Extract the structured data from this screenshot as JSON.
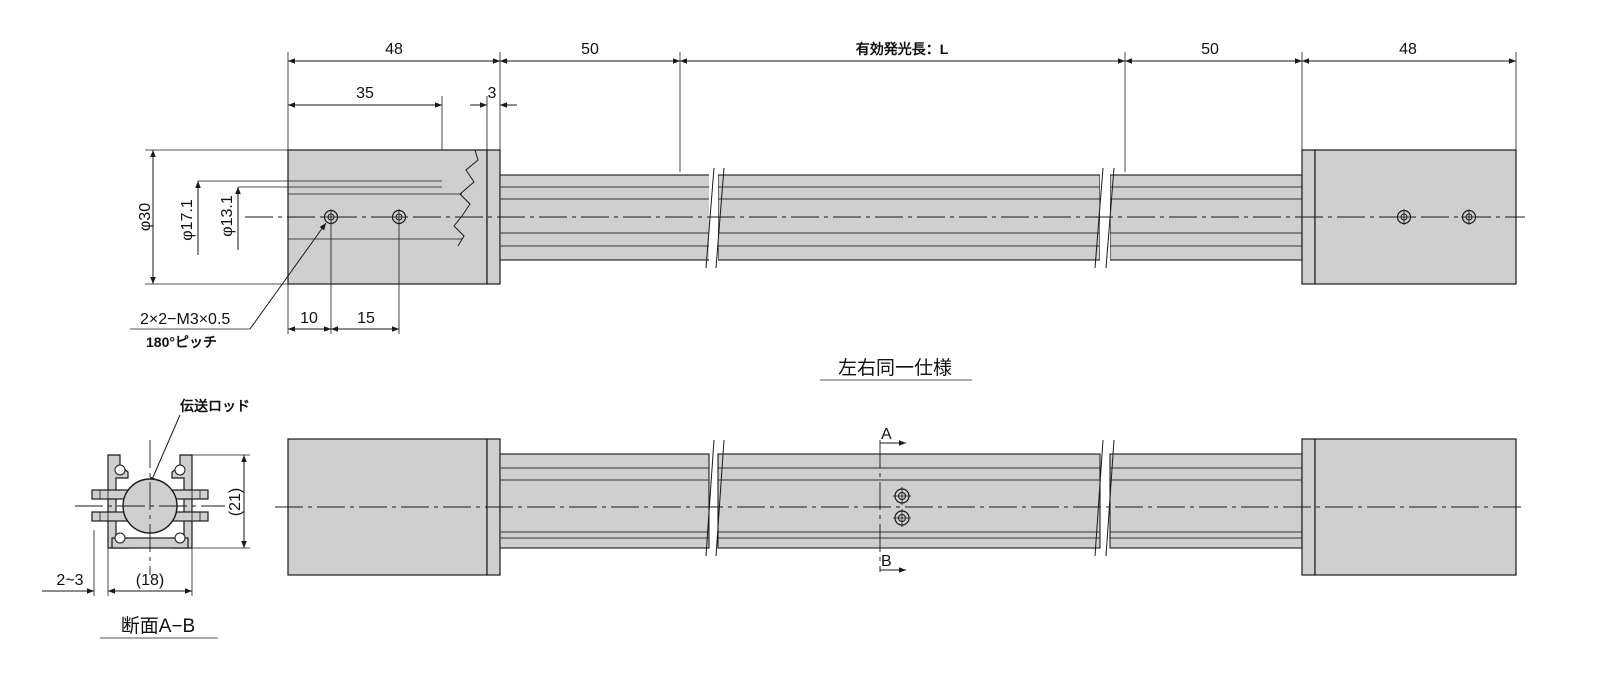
{
  "labels": {
    "dim_48_left": "48",
    "dim_50_left": "50",
    "dim_L": "有効発光長：L",
    "dim_50_right": "50",
    "dim_48_right": "48",
    "dim_35": "35",
    "dim_3": "3",
    "dia_30": "φ30",
    "dia_17_1": "φ17.1",
    "dia_13_1": "φ13.1",
    "dim_10": "10",
    "dim_15": "15",
    "thread_spec": "2×2−M3×0.5",
    "thread_pitch": "180°ピッチ",
    "symmetric_note": "左右同一仕様",
    "rod_label": "伝送ロッド",
    "section_A": "A",
    "section_B": "B",
    "dim_21": "(21)",
    "dim_2_3": "2~3",
    "dim_18": "(18)",
    "section_title": "断面A−B"
  },
  "colors": {
    "body_fill": "#cfcfcf",
    "line": "#1a1a1a",
    "background": "#ffffff"
  }
}
